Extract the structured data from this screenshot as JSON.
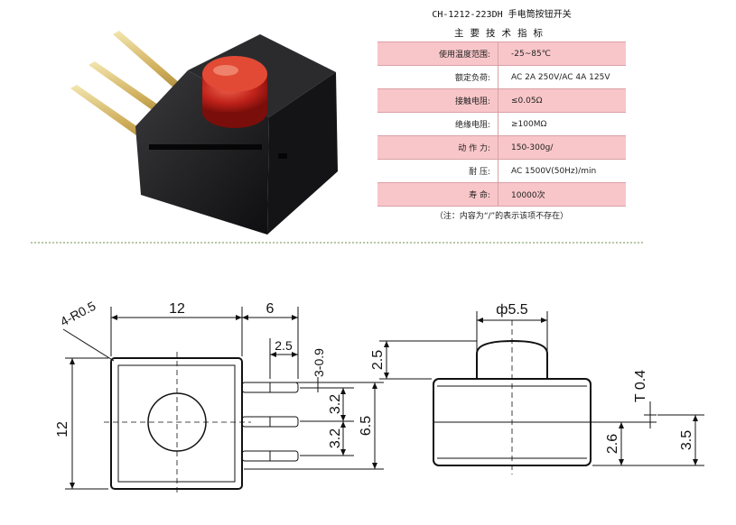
{
  "spec": {
    "title": "CH-1212-223DH 手电筒按钮开关",
    "subtitle": "主要技术指标",
    "rows": [
      {
        "key": "使用温度范围:",
        "value": "-25~85℃"
      },
      {
        "key": "额定负荷:",
        "value": "AC 2A 250V/AC 4A 125V"
      },
      {
        "key": "接触电阻:",
        "value": "≤0.05Ω"
      },
      {
        "key": "绝缘电阻:",
        "value": "≥100MΩ"
      },
      {
        "key": "动 作 力:",
        "value": "150-300g/"
      },
      {
        "key": "耐    压:",
        "value": "AC 1500V(50Hz)/min"
      },
      {
        "key": "寿    命:",
        "value": "10000次"
      }
    ],
    "note": "（注：内容为“/”的表示该项不存在）"
  },
  "drawing": {
    "dim_width": "12",
    "dim_pin_length": "6",
    "dim_radius": "4-R0.5",
    "dim_pin_depth": "2.5",
    "dim_pin_width": "3-0.9",
    "dim_height": "12",
    "dim_pitch_upper": "3.2",
    "dim_pitch_lower": "3.2",
    "dim_body_height": "6.5",
    "dim_cap_dia": "ф5.5",
    "dim_cap_height": "2.5",
    "dim_thickness": "T 0.4",
    "dim_pin_offset": "2.6",
    "dim_pin_total": "3.5"
  },
  "colors": {
    "table_pink": "#f8c6c9",
    "button_red": "#c0221a",
    "body_black": "#1d1d1f"
  }
}
